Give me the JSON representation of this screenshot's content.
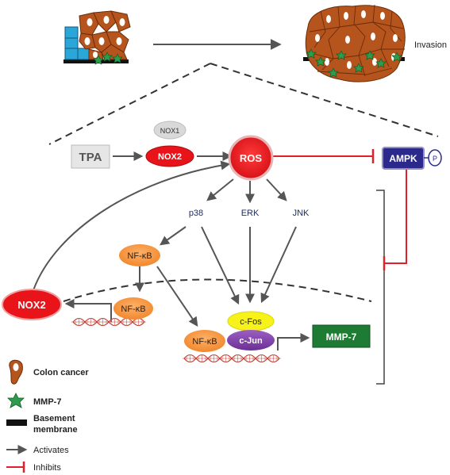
{
  "top": {
    "invasion_label": "Invasion"
  },
  "nodes": {
    "tpa": "TPA",
    "nox1": "NOX1",
    "nox2_top": "NOX2",
    "ros": "ROS",
    "ampk": "AMPK",
    "phospho": "P",
    "p38": "p38",
    "erk": "ERK",
    "jnk": "JNK",
    "nfkb_upper": "NF-κB",
    "nfkb_middle": "NF-κB",
    "nfkb_lower": "NF-κB",
    "nox2_left": "NOX2",
    "cfos": "c-Fos",
    "cjun": "c-Jun",
    "mmp7": "MMP-7"
  },
  "legend": {
    "colon_cancer": "Colon cancer",
    "mmp7": "MMP-7",
    "basement_line1": "Basement",
    "basement_line2": "membrane",
    "activates": "Activates",
    "inhibits": "Inhibits"
  },
  "colors": {
    "red_node": "#e8141a",
    "orange_node": "#f7913d",
    "green_box": "#1e7b34",
    "purple": "#7b3fa0",
    "navy_box": "#2b2a8c",
    "yellow": "#f7f21a",
    "cell_brown": "#b5541c",
    "mmp_green": "#2e9c4c",
    "inhibit_red": "#e0202a",
    "arrow_gray": "#555555"
  }
}
